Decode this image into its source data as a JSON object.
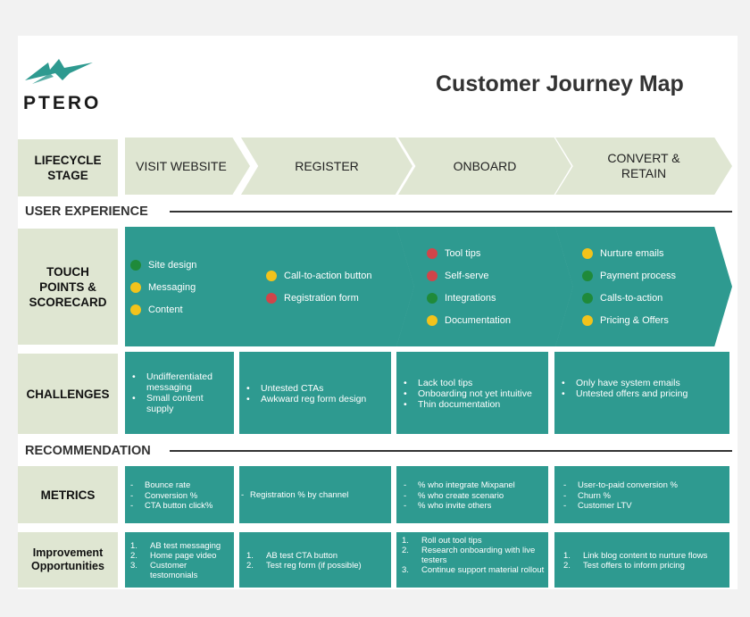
{
  "header": {
    "logo_text": "PTERO",
    "title": "Customer Journey Map"
  },
  "lifecycle": {
    "label_line1": "LIFECYCLE",
    "label_line2": "STAGE",
    "stages": [
      {
        "line1": "VISIT WEBSITE",
        "line2": ""
      },
      {
        "line1": "REGISTER",
        "line2": ""
      },
      {
        "line1": "ONBOARD",
        "line2": ""
      },
      {
        "line1": "CONVERT &",
        "line2": "RETAIN"
      }
    ]
  },
  "sections": {
    "user_experience": "USER EXPERIENCE",
    "recommendation": "RECOMMENDATION"
  },
  "touchpoints": {
    "label_line1": "TOUCH",
    "label_line2": "POINTS &",
    "label_line3": "SCORECARD",
    "colors": {
      "green": "#1f8a3a",
      "yellow": "#f2c31b",
      "red": "#d0454a"
    },
    "columns": [
      {
        "items": [
          {
            "text": "Site design",
            "status": "green"
          },
          {
            "text": "Messaging",
            "status": "yellow"
          },
          {
            "text": "Content",
            "status": "yellow"
          }
        ]
      },
      {
        "items": [
          {
            "text": "Call-to-action button",
            "status": "yellow"
          },
          {
            "text": "Registration form",
            "status": "red"
          }
        ]
      },
      {
        "items": [
          {
            "text": "Tool tips",
            "status": "red"
          },
          {
            "text": "Self-serve",
            "status": "red"
          },
          {
            "text": "Integrations",
            "status": "green"
          },
          {
            "text": "Documentation",
            "status": "yellow"
          }
        ]
      },
      {
        "items": [
          {
            "text": "Nurture emails",
            "status": "yellow"
          },
          {
            "text": "Payment process",
            "status": "green"
          },
          {
            "text": "Calls-to-action",
            "status": "green"
          },
          {
            "text": "Pricing & Offers",
            "status": "yellow"
          }
        ]
      }
    ]
  },
  "challenges": {
    "label": "CHALLENGES",
    "columns": [
      [
        "Undifferentiated messaging",
        "Small content supply"
      ],
      [
        "Untested CTAs",
        "Awkward reg form design"
      ],
      [
        "Lack tool tips",
        "Onboarding not yet intuitive",
        "Thin documentation"
      ],
      [
        "Only have system emails",
        "Untested offers and pricing"
      ]
    ]
  },
  "metrics": {
    "label": "METRICS",
    "columns": [
      [
        "Bounce rate",
        "Conversion %",
        "CTA button click%"
      ],
      [
        "Registration % by channel"
      ],
      [
        "% who integrate Mixpanel",
        "% who create scenario",
        "% who invite others"
      ],
      [
        "User-to-paid conversion %",
        "Churn %",
        "Customer LTV"
      ]
    ]
  },
  "improvement": {
    "label_line1": "Improvement",
    "label_line2": "Opportunities",
    "columns": [
      [
        "AB test messaging",
        "Home page video",
        "Customer testomonials"
      ],
      [
        "AB test CTA button",
        "Test reg form (if possible)"
      ],
      [
        "Roll out tool tips",
        "Research onboarding with live testers",
        "Continue support material rollout"
      ],
      [
        "Link blog content to nurture flows",
        "Test offers to inform pricing"
      ]
    ]
  }
}
